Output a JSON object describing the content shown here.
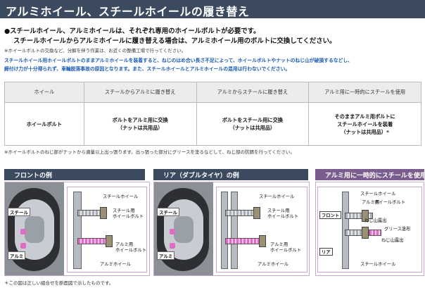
{
  "title": "アルミホイール、スチールホイールの履き替え",
  "bullets": [
    "●スチールホイール、アルミホイールは、それぞれ専用のホイールボルトが必要です。",
    "スチールホイールからアルミホイールに履き替える場合は、アルミホイール用のボルトに交換してください。"
  ],
  "note_bolt": "※ホイールボルトの交換など、分解を伴う作業は、お近くの整備工場で行ってください。",
  "warning": [
    "スチールホイール用ホイールボルトのままアルミホイールを装着すると、ねじのはめ合い長さ不足によって、ホイールボルトやナットのねじ山が破損するなどし、",
    "締付け力が十分得られず、車輪脱落事故の原因となります。また、スチールホイールとアルミホイールの混用は行わないでください。"
  ],
  "table": {
    "headers": [
      "ホイール",
      "スチールからアルミに履き替え",
      "アルミからスチールに履き替え",
      "アルミ用に一時的にスチールを使用"
    ],
    "row_label": "ホイールボルト",
    "cells": [
      [
        "ボルトをアルミ用に交換",
        "（ナットは共用品）"
      ],
      [
        "ボルトをスチール用に交換",
        "（ナットは共用品）"
      ],
      [
        "そのままアルミ用ボルトに",
        "スチールホイールを装着",
        "（ナットは共用品）*"
      ]
    ]
  },
  "note_thread": "※ホイールボルトのねじ部がナットから適量以上出っ張ります。出っ張った部分にグリースを塗るなどして、ねじ部の防錆を行ってください。",
  "panels": [
    {
      "title": "フロントの例",
      "photo_tags": [
        "スチール",
        "アルミ"
      ],
      "labels": [
        "スチールホイール",
        "スチール用",
        "ホイールボルト",
        "アルミ用",
        "ホイールボルト",
        "アルミホイール"
      ]
    },
    {
      "title": "リア（ダブルタイヤ）の例",
      "photo_tags": [
        "スチール",
        "アルミ"
      ],
      "labels": [
        "スチールホイール",
        "スチール用",
        "ホイールボルト",
        "アルミ用",
        "ホイールボルト",
        "アルミホイール"
      ]
    },
    {
      "title": "アルミ用に一時的にスチールを使用",
      "tags": [
        "フロント",
        "リア"
      ],
      "labels": [
        "スチールホイール",
        "アルミ用",
        "ホイールボルト",
        "ねじ山露出",
        "グリース塗布",
        "ねじ山露出",
        "スチールホイール"
      ]
    }
  ],
  "footnote": "＊この図は正しい組合せを断面図で示したものです。",
  "colors": {
    "title_bar": "#3b4a5e",
    "warning_text": "#1a5bb8",
    "accent_pink": "#e06cc8",
    "panel3_head": "#7a5d8e"
  }
}
